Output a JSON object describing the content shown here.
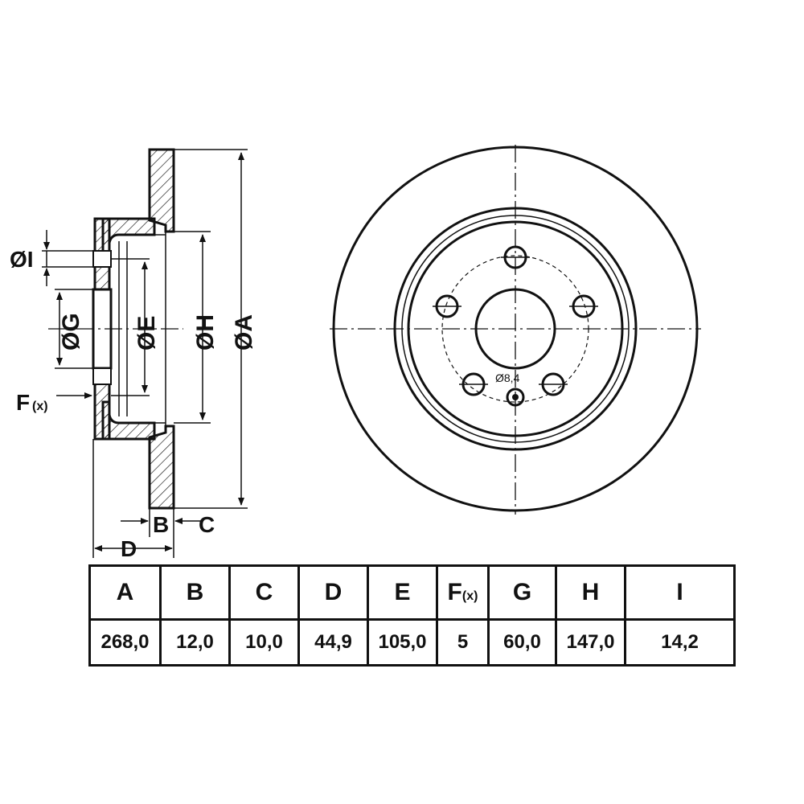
{
  "side_view": {
    "labels": {
      "I": "ØI",
      "G": "ØG",
      "E": "ØE",
      "H": "ØH",
      "A": "ØA",
      "F": "F",
      "F_suffix": "(x)",
      "B": "B",
      "C": "C",
      "D": "D"
    }
  },
  "front_view": {
    "hole_label": "Ø8,4"
  },
  "table": {
    "headers": [
      {
        "main": "A",
        "suffix": ""
      },
      {
        "main": "B",
        "suffix": ""
      },
      {
        "main": "C",
        "suffix": ""
      },
      {
        "main": "D",
        "suffix": ""
      },
      {
        "main": "E",
        "suffix": ""
      },
      {
        "main": "F",
        "suffix": "(x)"
      },
      {
        "main": "G",
        "suffix": ""
      },
      {
        "main": "H",
        "suffix": ""
      },
      {
        "main": "I",
        "suffix": ""
      }
    ],
    "values": [
      "268,0",
      "12,0",
      "10,0",
      "44,9",
      "105,0",
      "5",
      "60,0",
      "147,0",
      "14,2"
    ]
  }
}
